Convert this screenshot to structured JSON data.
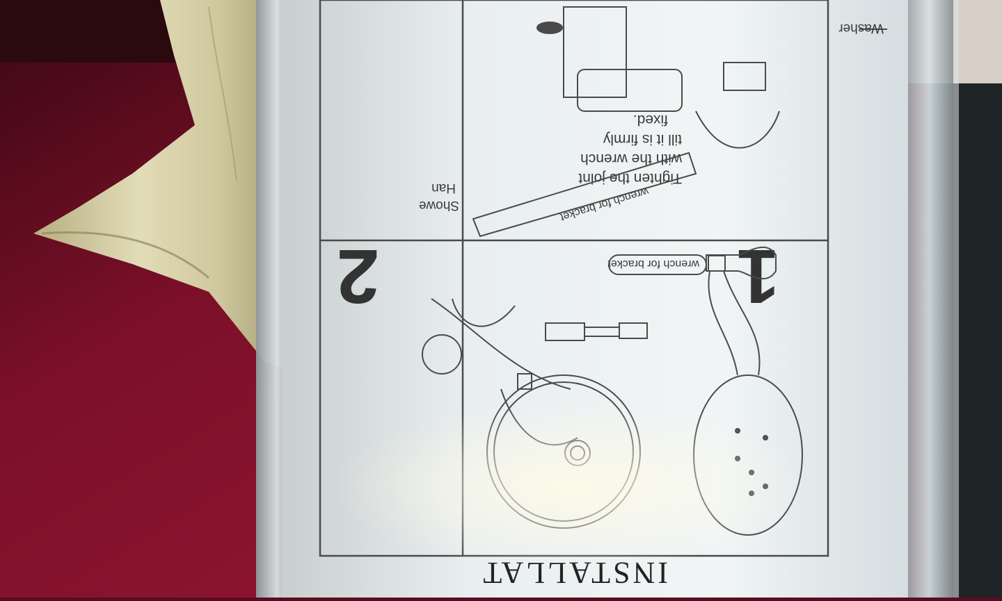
{
  "manual": {
    "title": "INSTALLAT",
    "step1": {
      "number": "1",
      "wrench_label": "wrench for bracket"
    },
    "step2": {
      "number": "2",
      "shower_label_line1": "Showe",
      "shower_label_line2": "Han"
    },
    "step3": {
      "instruction_line1": "Tighten the joint",
      "instruction_line2": "with the wrench",
      "instruction_line3": "till it is firmly",
      "instruction_line4": "fixed.",
      "wrench_label": "wrench for bracket",
      "washer_label": "Washer"
    }
  },
  "colors": {
    "fabric_red": "#7d1029",
    "satin_cream": "#d8d2ad",
    "paper": "#e4ecef",
    "line": "#4a4a4a"
  }
}
